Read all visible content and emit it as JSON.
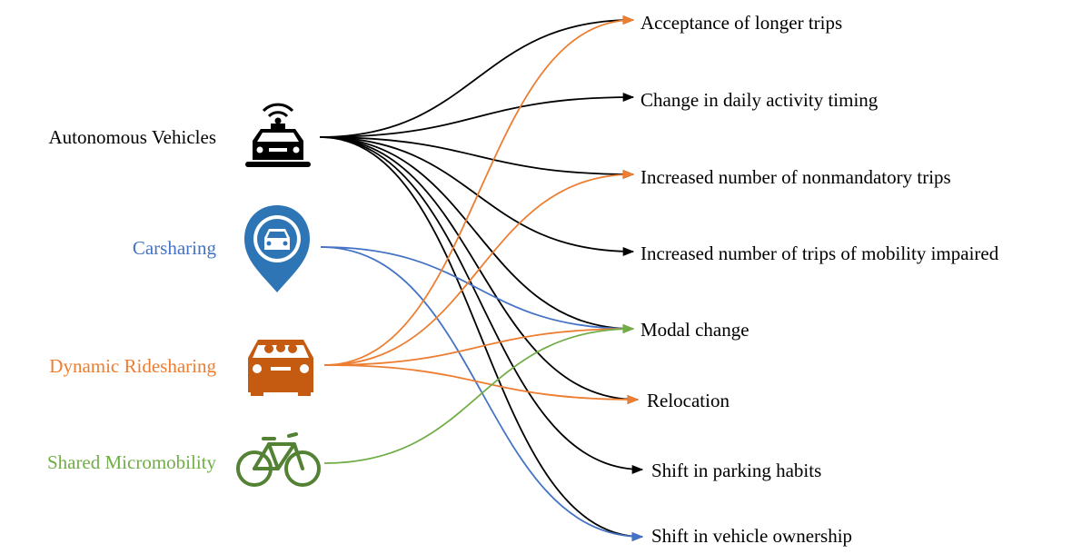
{
  "sources": [
    {
      "id": "av",
      "label": "Autonomous Vehicles",
      "color": "#000000",
      "icon": "autonomous-car-icon"
    },
    {
      "id": "cs",
      "label": "Carsharing",
      "color": "#4472C4",
      "icon": "carsharing-pin-icon"
    },
    {
      "id": "dr",
      "label": "Dynamic Ridesharing",
      "color": "#ED7D31",
      "icon": "ridesharing-car-icon"
    },
    {
      "id": "sm",
      "label": "Shared Micromobility",
      "color": "#70AD47",
      "icon": "bicycle-icon"
    }
  ],
  "targets": [
    {
      "id": "t1",
      "label": "Acceptance of longer trips"
    },
    {
      "id": "t2",
      "label": "Change in daily activity timing"
    },
    {
      "id": "t3",
      "label": "Increased number of nonmandatory trips"
    },
    {
      "id": "t4",
      "label": "Increased number of trips of mobility impaired"
    },
    {
      "id": "t5",
      "label": "Modal change"
    },
    {
      "id": "t6",
      "label": "Relocation"
    },
    {
      "id": "t7",
      "label": "Shift in parking habits"
    },
    {
      "id": "t8",
      "label": "Shift in vehicle ownership"
    }
  ],
  "links": [
    {
      "from": "av",
      "to": "t1"
    },
    {
      "from": "av",
      "to": "t2"
    },
    {
      "from": "av",
      "to": "t3"
    },
    {
      "from": "av",
      "to": "t4"
    },
    {
      "from": "av",
      "to": "t5"
    },
    {
      "from": "av",
      "to": "t6"
    },
    {
      "from": "av",
      "to": "t7"
    },
    {
      "from": "av",
      "to": "t8"
    },
    {
      "from": "cs",
      "to": "t5"
    },
    {
      "from": "cs",
      "to": "t8"
    },
    {
      "from": "dr",
      "to": "t1"
    },
    {
      "from": "dr",
      "to": "t3"
    },
    {
      "from": "dr",
      "to": "t5"
    },
    {
      "from": "dr",
      "to": "t6"
    },
    {
      "from": "sm",
      "to": "t5"
    }
  ]
}
